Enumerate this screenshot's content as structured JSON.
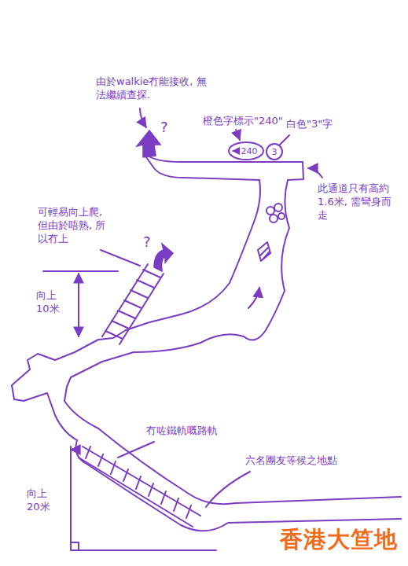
{
  "diagram": {
    "nodes": [
      {
        "text": [
          "240"
        ]
      },
      {
        "text": [
          "3"
        ]
      }
    ],
    "labels": [
      "由於walkie冇能接收, 無法繼續查探.",
      "?",
      "橙色字標示\"240\"",
      "白色\"3\"字",
      "此通道只有高約1.6米, 需彎身而走",
      "可輕易向上爬,但由於唔熟, 所以冇上",
      "?",
      "向上 10米",
      "冇咗鐵軌嘅路軌",
      "六名團友等候之地點",
      "向上 20米",
      "香港大笪地"
    ]
  }
}
